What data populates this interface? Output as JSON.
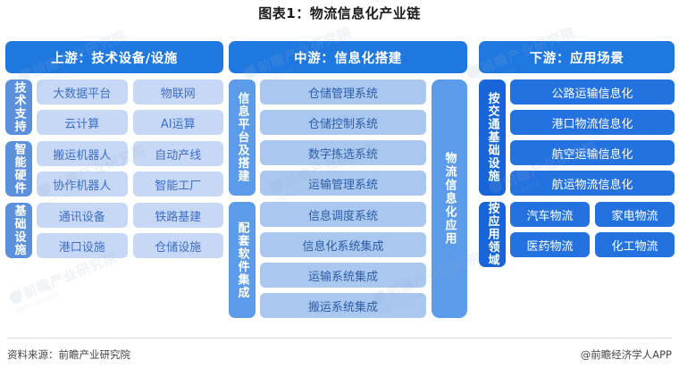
{
  "title": "图表1：物流信息化产业链",
  "columns": {
    "upstream": {
      "header": "上游：技术设备/设施",
      "sections": [
        {
          "label": "技术支持",
          "items": [
            "大数据平台",
            "物联网",
            "云计算",
            "AI运算"
          ]
        },
        {
          "label": "智能硬件",
          "items": [
            "搬运机器人",
            "自动产线",
            "协作机器人",
            "智能工厂"
          ]
        },
        {
          "label": "基础设施",
          "items": [
            "通讯设备",
            "铁路基建",
            "港口设施",
            "仓储设施"
          ]
        }
      ]
    },
    "midstream": {
      "header": "中游：信息化搭建",
      "sections": [
        {
          "label": "信息平台及搭建",
          "items": [
            "仓储管理系统",
            "仓储控制系统",
            "数字拣选系统",
            "运输管理系统"
          ]
        },
        {
          "label": "配套软件集成",
          "items": [
            "信息调度系统",
            "信息化系统集成",
            "运输系统集成",
            "搬运系统集成"
          ]
        }
      ],
      "application_block": "物流信息化应用"
    },
    "downstream": {
      "header": "下游：应用场景",
      "sections": [
        {
          "label": "按交通基础设施",
          "items": [
            "公路运输信息化",
            "港口物流信息化",
            "航空运输信息化",
            "航运物流信息化"
          ]
        },
        {
          "label": "按应用领域",
          "items": [
            "汽车物流",
            "家电物流",
            "医药物流",
            "化工物流"
          ]
        }
      ]
    }
  },
  "footer": {
    "source": "资料来源：前瞻产业研究院",
    "credit": "@前瞻经济学人APP"
  },
  "watermark": {
    "main": "前瞻产业研究院",
    "sub": "中国产业咨询领导者"
  },
  "colors": {
    "header_bar": "#1f78e0",
    "upstream_label": "#5b90dd",
    "upstream_pill": "#c6d8f6",
    "midstream_label": "#5b9bea",
    "midstream_pill": "#a9c7ef",
    "downstream_label": "#1765d8",
    "downstream_pill": "#2372e0"
  }
}
